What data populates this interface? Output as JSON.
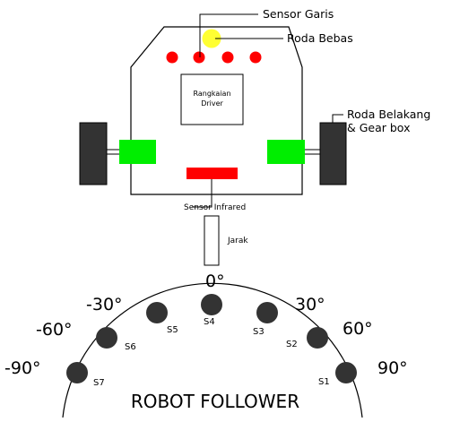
{
  "labels": {
    "sensor_garis": "Sensor Garis",
    "roda_bebas": "Roda Bebas",
    "roda_belakang_line1": "Roda Belakang",
    "roda_belakang_line2": "& Gear box",
    "rangkaian_line1": "Rangkaian",
    "rangkaian_line2": "Driver",
    "sensor_infrared": "Sensor Infrared",
    "jarak": "Jarak",
    "title": "ROBOT FOLLOWER"
  },
  "angles": [
    "-90°",
    "-60°",
    "-30°",
    "0°",
    "30°",
    "60°",
    "90°"
  ],
  "sensors": [
    "S7",
    "S6",
    "S5",
    "S4",
    "S3",
    "S2",
    "S1"
  ],
  "colors": {
    "line_sensor": "#ff0000",
    "free_wheel": "#ffff33",
    "motor": "#00ee00",
    "wheel": "#333333",
    "infrared_sensor": "#ff0000",
    "target_dot": "#333333"
  }
}
